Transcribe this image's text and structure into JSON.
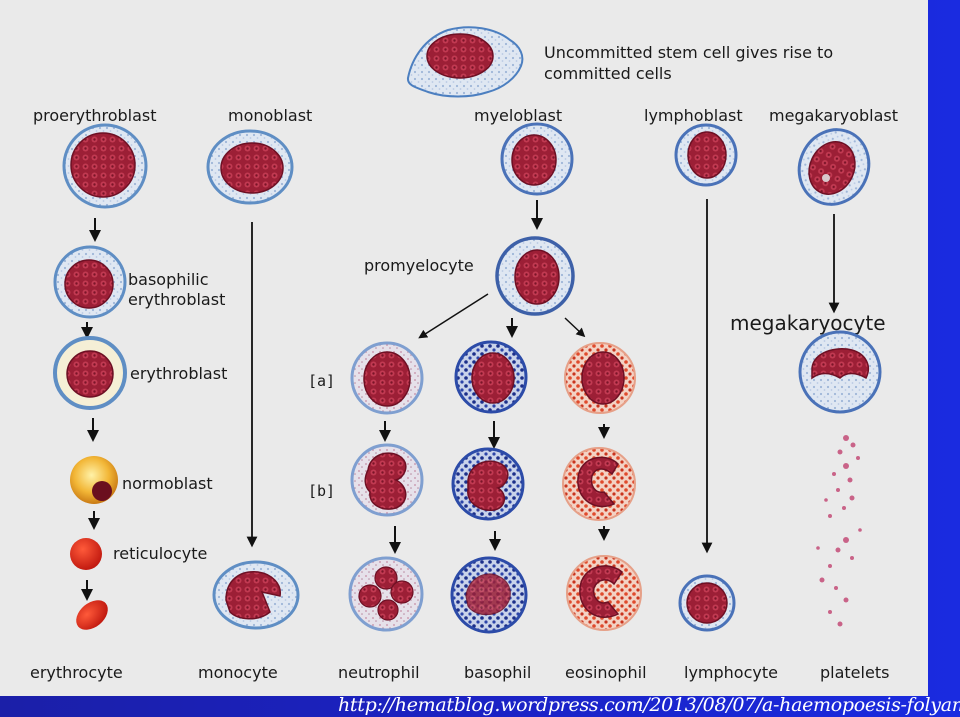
{
  "source_url": "http://hematblog.wordpress.com/2013/08/07/a-haemopoesis-folyamata/",
  "colors": {
    "panel_bg": "#eaeaea",
    "nucleus": "#a3213a",
    "cytoplasm_light": "#e8eef6",
    "cytoplasm_rim": "#5f8ec4",
    "basophil_granule": "#1c2f8a",
    "eosinophil_granule": "#e04a2c",
    "rbc": "#d9261a"
  },
  "stem_cell": {
    "caption_line1": "Uncommitted stem cell gives rise to",
    "caption_line2": "committed cells"
  },
  "lineage_labels": {
    "proerythroblast": "proerythroblast",
    "monoblast": "monoblast",
    "myeloblast": "myeloblast",
    "lymphoblast": "lymphoblast",
    "megakaryoblast": "megakaryoblast"
  },
  "stage_labels": {
    "basophilic_line1": "basophilic",
    "basophilic_line2": "erythroblast",
    "erythroblast": "erythroblast",
    "normoblast": "normoblast",
    "reticulocyte": "reticulocyte",
    "promyelocyte": "promyelocyte",
    "megakaryocyte": "megakaryocyte",
    "row_a": "[a]",
    "row_b": "[b]"
  },
  "final_cells": [
    "erythrocyte",
    "monocyte",
    "neutrophil",
    "basophil",
    "eosinophil",
    "lymphocyte",
    "platelets"
  ]
}
